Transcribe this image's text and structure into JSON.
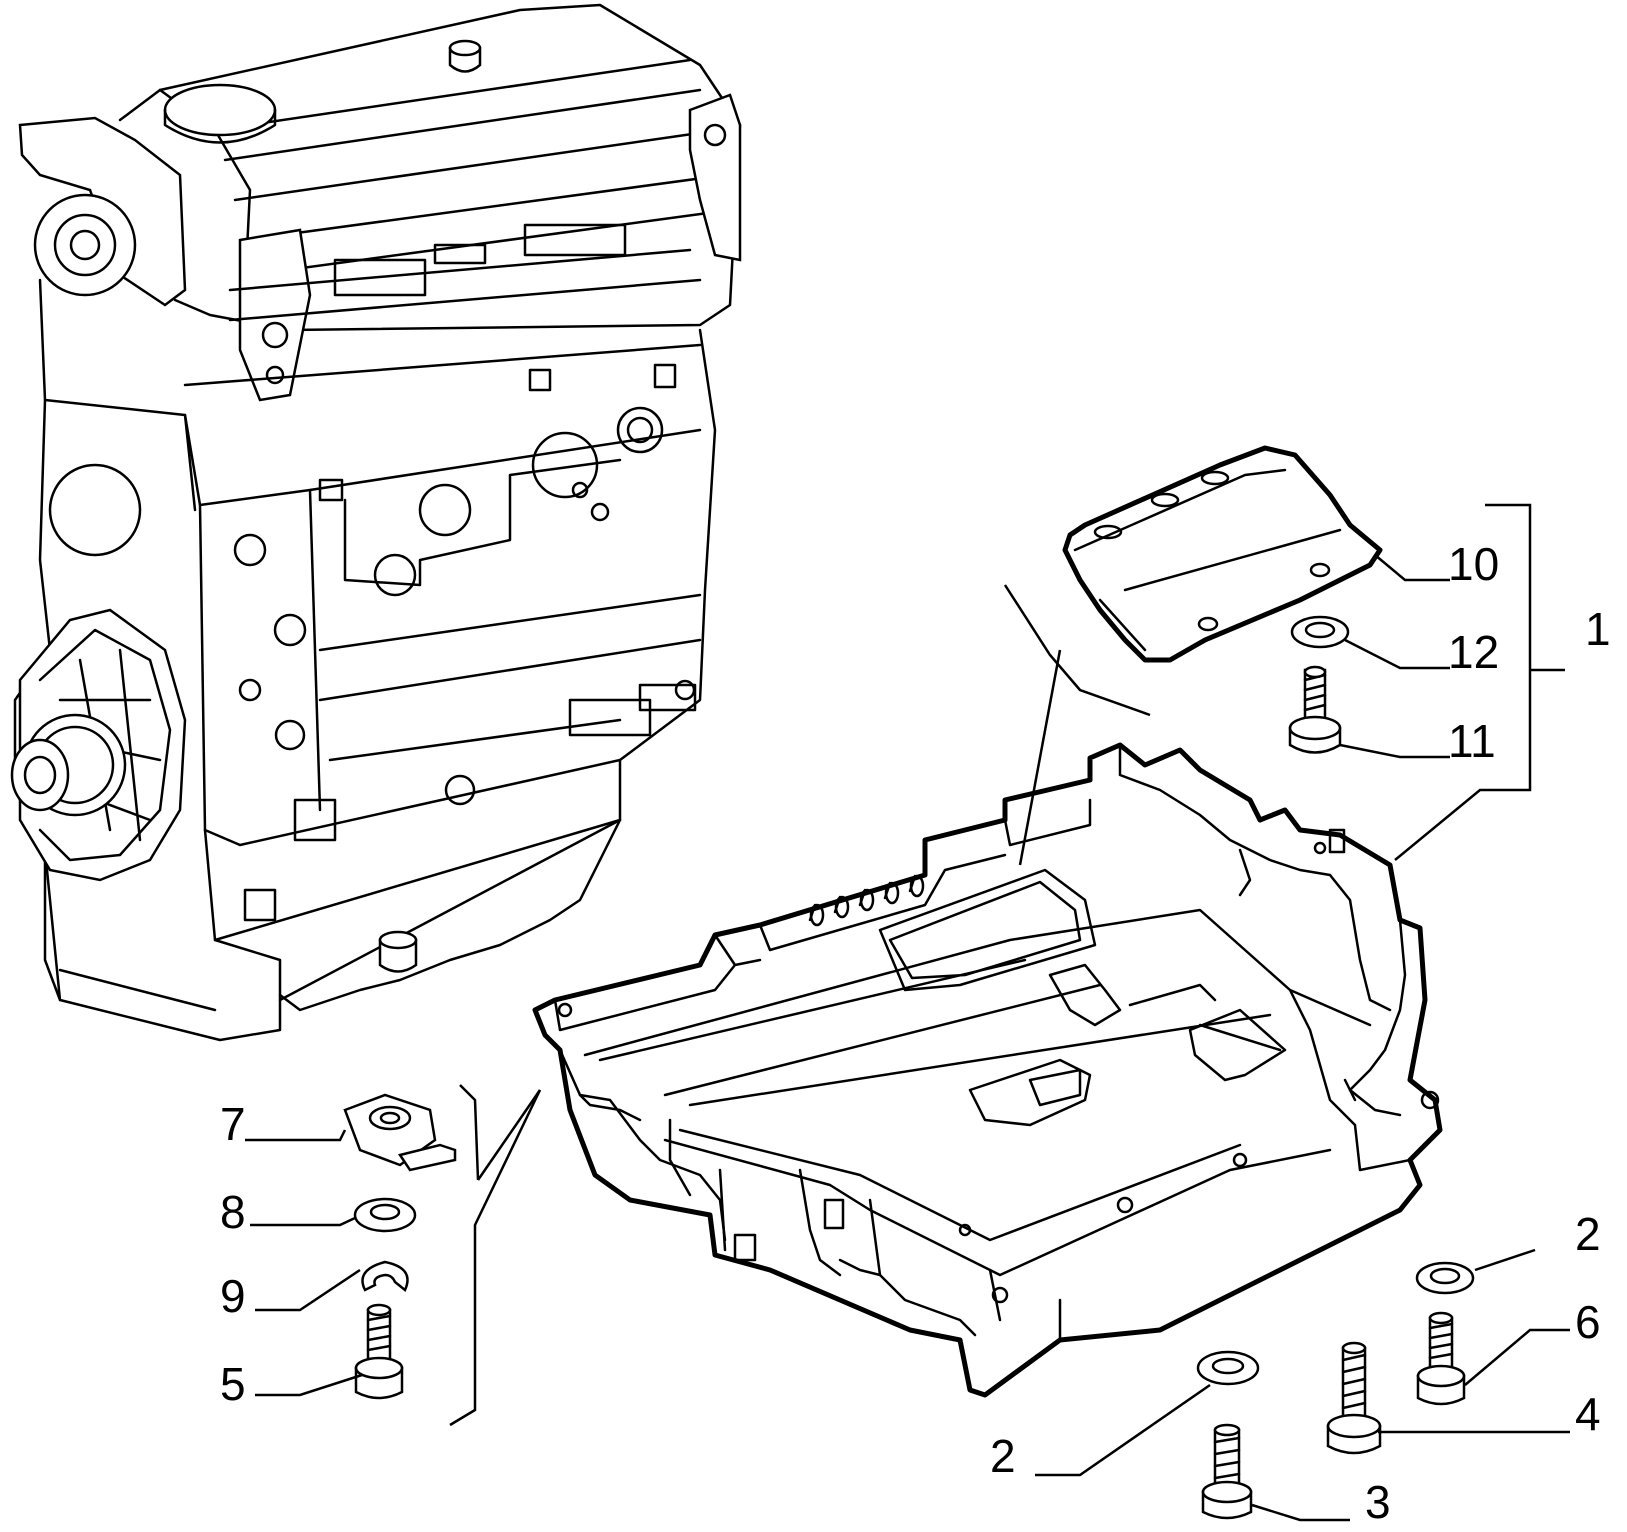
{
  "labels": {
    "p1": "1",
    "p2a": "2",
    "p2b": "2",
    "p3": "3",
    "p4": "4",
    "p5": "5",
    "p6": "6",
    "p7": "7",
    "p8": "8",
    "p9": "9",
    "p10": "10",
    "p11": "11",
    "p12": "12"
  }
}
